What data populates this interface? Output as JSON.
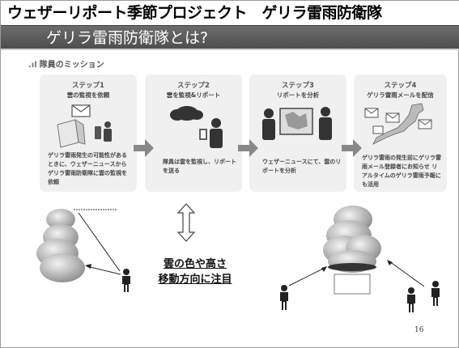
{
  "slide": {
    "title": "ウェザーリポート季節プロジェクト　ゲリラ雷雨防衛隊",
    "banner": "ゲリラ雷雨防衛隊とは?",
    "mission_label": "隊員のミッション",
    "steps": [
      {
        "title": "ステップ1",
        "sub": "雲の監視を依頼",
        "desc": "ゲリラ雷雨発生の可能性があるときに、ウェザーニュースからゲリラ雷雨防衛隊に雲の監視を依頼"
      },
      {
        "title": "ステップ2",
        "sub": "雲を監視&リポート",
        "desc": "隊員は雲を監視し、リポートを送る"
      },
      {
        "title": "ステップ3",
        "sub": "リポートを分析",
        "desc": "ウェザーニュースにて、雲のリポートを分析"
      },
      {
        "title": "ステップ4",
        "sub": "ゲリラ雷雨メールを配信",
        "desc": "ゲリラ雷雨の発生前にゲリラ雷雨メール登録者にお知らせ リアルタイムのゲリラ雷雨予報にも活用"
      }
    ],
    "caption_line1": "雲の色や高さ",
    "caption_line2": "移動方向に注目",
    "page_number": "16"
  }
}
